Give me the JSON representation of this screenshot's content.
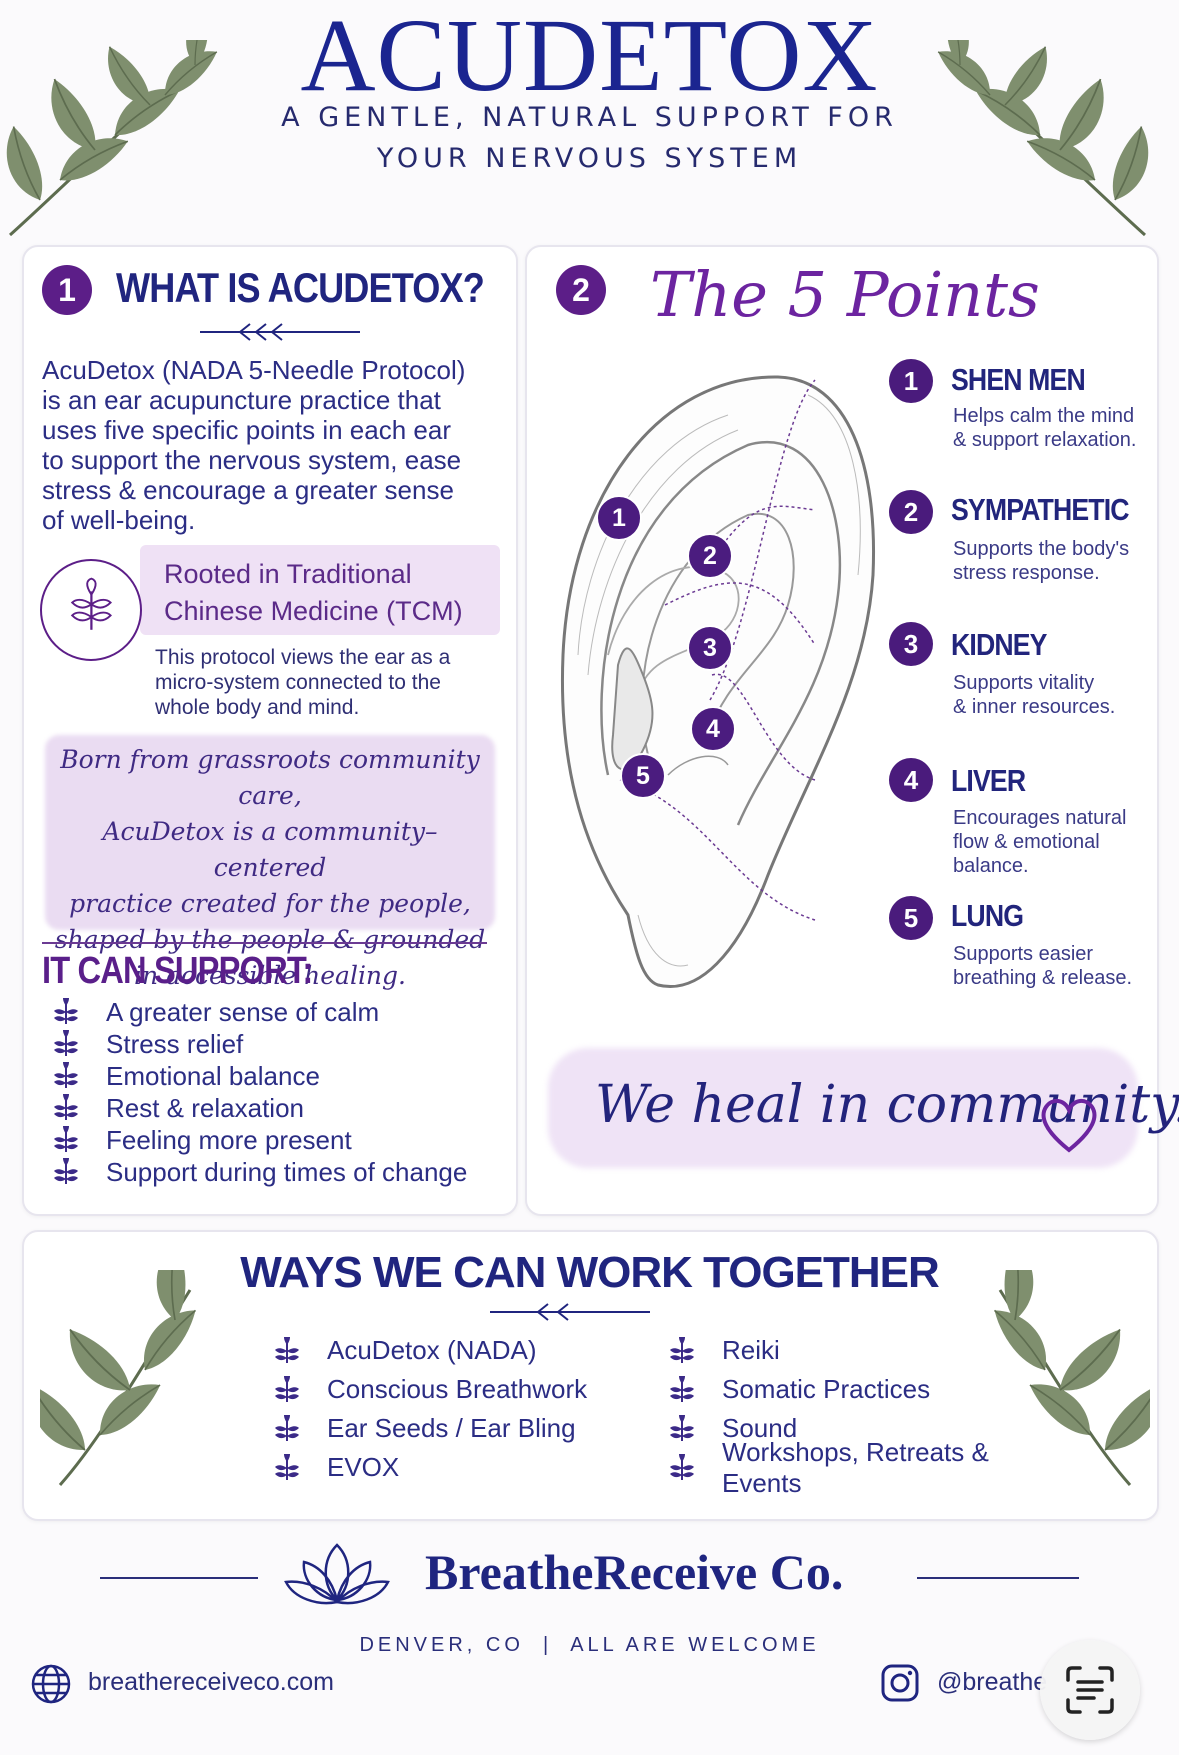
{
  "header": {
    "title": "ACUDETOX",
    "subtitle_line1": "A GENTLE, NATURAL SUPPORT FOR",
    "subtitle_line2": "YOUR NERVOUS SYSTEM"
  },
  "section1": {
    "number": "1",
    "heading": "WHAT IS ACUDETOX?",
    "intro_lines": [
      "AcuDetox (NADA 5-Needle Protocol)",
      "is an ear acupuncture practice that",
      "uses five specific points in each ear",
      "to support the nervous system, ease",
      "stress & encourage a greater sense",
      "of well-being."
    ],
    "tcm_title_line1": "Rooted in Traditional",
    "tcm_title_line2": "Chinese Medicine (TCM)",
    "tcm_desc_lines": [
      "This protocol views the ear as a",
      "micro-system connected to the",
      "whole body and mind."
    ],
    "quote_lines": [
      "Born from grassroots community care,",
      "AcuDetox is a community–centered",
      "practice  created for the people,",
      "shaped by the people & grounded",
      "in accessible healing."
    ],
    "support_heading": "IT CAN SUPPORT:",
    "support_items": [
      "A greater sense of calm",
      "Stress relief",
      "Emotional balance",
      "Rest & relaxation",
      "Feeling more present",
      "Support during times of change"
    ]
  },
  "section2": {
    "number": "2",
    "heading": "The 5 Points",
    "points": [
      {
        "num": "1",
        "name": "SHEN MEN",
        "desc1": "Helps calm the mind",
        "desc2": "& support relaxation."
      },
      {
        "num": "2",
        "name": "SYMPATHETIC",
        "desc1": "Supports the body's",
        "desc2": "stress response."
      },
      {
        "num": "3",
        "name": "KIDNEY",
        "desc1": "Supports vitality",
        "desc2": "& inner resources."
      },
      {
        "num": "4",
        "name": "LIVER",
        "desc1": "Encourages natural",
        "desc2": "flow & emotional balance."
      },
      {
        "num": "5",
        "name": "LUNG",
        "desc1": "Supports easier",
        "desc2": "breathing & release."
      }
    ],
    "tagline": "We heal in community."
  },
  "ways": {
    "heading": "WAYS WE CAN WORK TOGETHER",
    "left_items": [
      "AcuDetox (NADA)",
      "Conscious Breathwork",
      "Ear Seeds / Ear Bling",
      "EVOX"
    ],
    "right_items": [
      "Reiki",
      "Somatic Practices",
      "Sound",
      "Workshops, Retreats & Events"
    ]
  },
  "footer": {
    "brand": "BreatheReceive Co.",
    "location": "DENVER, CO  |  ALL ARE WELCOME",
    "website": "breathereceiveco.com",
    "instagram": "@breathe"
  },
  "colors": {
    "navy": "#1b2590",
    "purple": "#5c1e88",
    "lavender": "#eadcf2",
    "leaf": "#7d8d6c"
  },
  "icons": [
    "leaf-branch-icon",
    "sprout-icon",
    "heart-icon",
    "lotus-icon",
    "globe-icon",
    "instagram-icon",
    "scan-text-icon"
  ]
}
